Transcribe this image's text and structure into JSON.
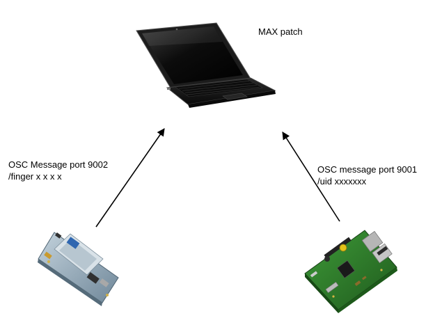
{
  "laptop": {
    "label": "MAX patch"
  },
  "left_link": {
    "line1": "OSC Message port 9002",
    "line2": "/finger x x x x"
  },
  "right_link": {
    "line1": "OSC message port 9001",
    "line2": "/uid xxxxxxx"
  },
  "colors": {
    "arrow": "#000000",
    "laptop_body": "#1a1a1a",
    "edison_board": "#8aa4b6",
    "raspberry_pi_board": "#2f7a2c"
  },
  "icons": {
    "laptop": "laptop-icon",
    "left_device": "intel-edison-board-icon",
    "right_device": "raspberry-pi-board-icon"
  }
}
